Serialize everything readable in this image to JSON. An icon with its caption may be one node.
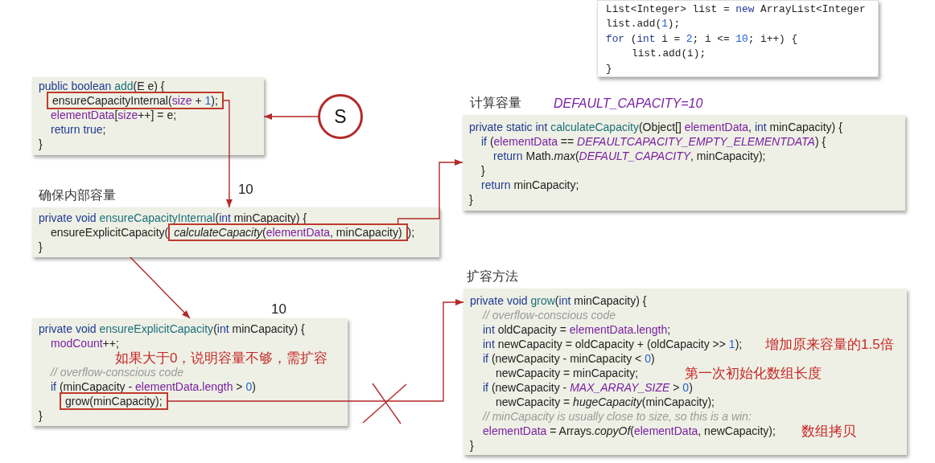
{
  "diagram": {
    "nodes": [
      {
        "text": [
          "List<Integer> list = new ArrayList<Integer",
          "list.add(1);",
          "for (int i = 2; i <= 10; i++) {",
          "list.add(i);",
          "}"
        ]
      },
      {
        "text": [
          "public boolean add(E e) {",
          "elementData[size++] = e;",
          "return true;",
          "}"
        ]
      },
      {
        "text": [
          "ensureCapacityInternal(size + 1);"
        ],
        "in": 1
      },
      {
        "text": [
          "S"
        ]
      },
      {
        "text": [
          "确保内部容量",
          "private void ensureCapacityInternal(int minCapacity) {",
          "ensureExplicitCapacity(",
          ");",
          "}"
        ]
      },
      {
        "text": [
          "calculateCapacity(elementData, minCapacity)"
        ],
        "in": 4
      },
      {
        "text": [
          "计算容量",
          "private static int calculateCapacity(Object[] elementData, int minCapacity) {",
          "if (elementData == DEFAULTCAPACITY_EMPTY_ELEMENTDATA) {",
          "return Math.max(DEFAULT_CAPACITY, minCapacity);",
          "}",
          "return minCapacity;",
          "}"
        ],
        "beside": [
          "DEFAULT_CAPACITY=10"
        ]
      },
      {
        "text": [
          "private void ensureExplicitCapacity(int minCapacity) {",
          "modCount++;",
          "如果大于0，说明容量不够，需扩容",
          "// overflow-conscious code",
          "if (minCapacity - elementData.length > 0)",
          "}"
        ]
      },
      {
        "text": [
          "grow(minCapacity);"
        ],
        "in": 7
      },
      {
        "text": [
          "扩容方法",
          "private void grow(int minCapacity) {",
          "// overflow-conscious code",
          "int oldCapacity = elementData.length;",
          "int newCapacity = oldCapacity + (oldCapacity >> 1);",
          "增加原来容量的1.5倍",
          "if (newCapacity - minCapacity < 0)",
          "newCapacity = minCapacity;",
          "第一次初始化数组长度",
          "if (newCapacity - MAX_ARRAY_SIZE > 0)",
          "newCapacity = hugeCapacity(minCapacity);",
          "// minCapacity is usually close to size, so this is a win:",
          "elementData = Arrays.copyOf(elementData, newCapacity);",
          "数组拷贝",
          "}"
        ]
      }
    ],
    "edges": [
      {
        "from": 3,
        "to": 1,
        "arrow": "to"
      },
      {
        "from": 2,
        "to": 4,
        "arrow": "to",
        "label": "10"
      },
      {
        "from": 5,
        "to": 6,
        "arrow": "to"
      },
      {
        "from": 4,
        "to": 7,
        "arrow": "to"
      },
      {
        "from": 8,
        "to": 9,
        "arrow": "to"
      }
    ],
    "labels": [
      "10"
    ]
  }
}
